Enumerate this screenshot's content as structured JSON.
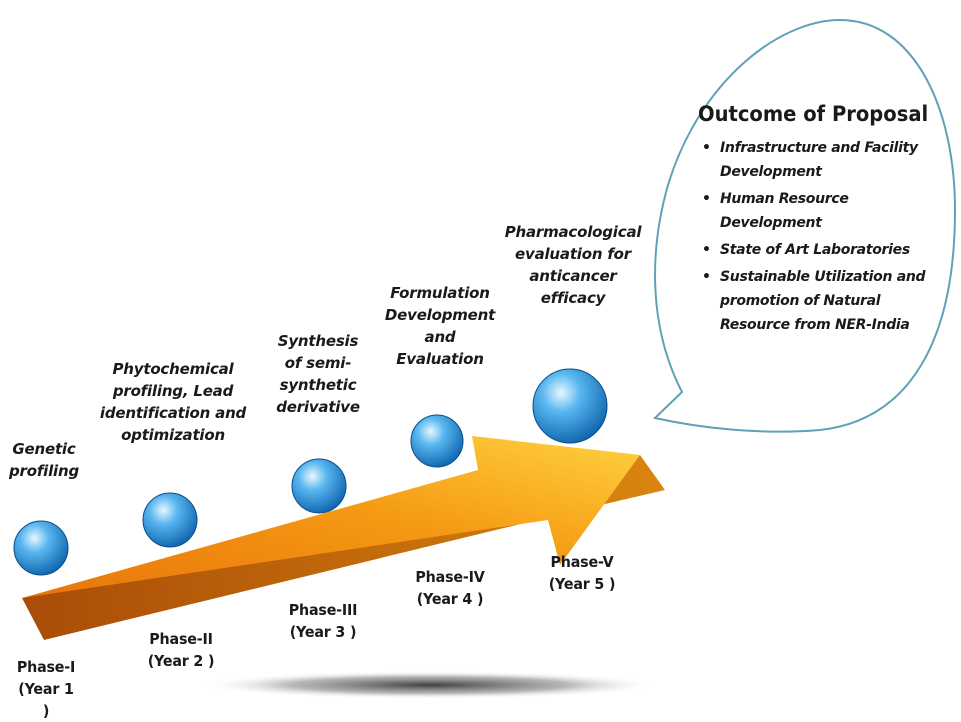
{
  "outcome": {
    "title": "Outcome of Proposal",
    "items": [
      "Infrastructure and Facility Development",
      "Human Resource Development",
      "State of Art Laboratories",
      "Sustainable Utilization and promotion of Natural Resource from NER-India"
    ]
  },
  "phases": [
    {
      "activity": "Genetic\nprofiling",
      "label": "Phase-I\n(Year 1 )"
    },
    {
      "activity": "Phytochemical\nprofiling, Lead\nidentification and\noptimization",
      "label": "Phase-II\n(Year 2 )"
    },
    {
      "activity": "Synthesis\nof semi-\nsynthetic\nderivative",
      "label": "Phase-III\n(Year 3 )"
    },
    {
      "activity": "Formulation\nDevelopment\nand\nEvaluation",
      "label": "Phase-IV\n(Year 4 )"
    },
    {
      "activity": "Pharmacological\nevaluation for\nanticancer\nefficacy",
      "label": "Phase-V\n(Year 5 )"
    }
  ],
  "colors": {
    "arrow_light": "#ffd23f",
    "arrow_dark": "#e8740c",
    "arrow_side": "#b8560a",
    "sphere_light": "#bfe7ff",
    "sphere_dark": "#0a66b8",
    "bubble_border": "#5fa2b8"
  }
}
